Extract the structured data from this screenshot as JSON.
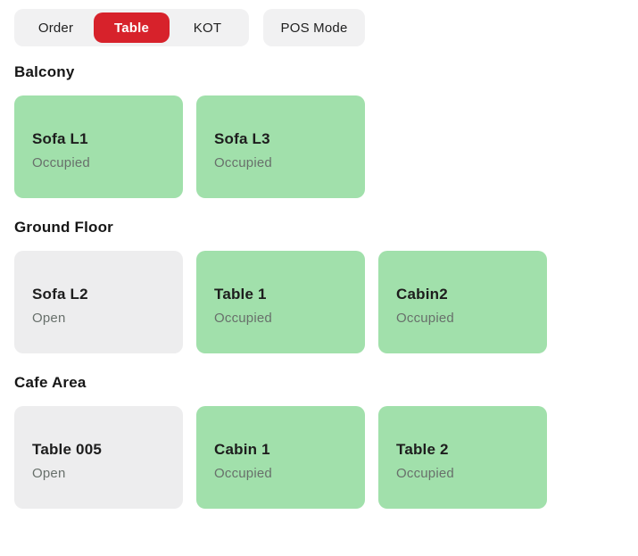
{
  "colors": {
    "accent_red": "#d7222b",
    "occupied_green": "#a1e0ab",
    "open_gray": "#ededee",
    "tab_bar_bg": "#f1f1f2"
  },
  "tabbar": {
    "tabs": [
      {
        "label": "Order"
      },
      {
        "label": "Table"
      },
      {
        "label": "KOT"
      }
    ],
    "active_tab": "Table",
    "pos_mode_label": "POS Mode"
  },
  "sections": [
    {
      "heading": "Balcony",
      "cards": [
        {
          "label": "Sofa L1",
          "status": "Occupied"
        },
        {
          "label": "Sofa L3",
          "status": "Occupied"
        }
      ]
    },
    {
      "heading": "Ground Floor",
      "cards": [
        {
          "label": "Sofa L2",
          "status": "Open"
        },
        {
          "label": "Table 1",
          "status": "Occupied"
        },
        {
          "label": "Cabin2",
          "status": "Occupied"
        }
      ]
    },
    {
      "heading": "Cafe Area",
      "cards": [
        {
          "label": "Table 005",
          "status": "Open"
        },
        {
          "label": "Cabin 1",
          "status": "Occupied"
        },
        {
          "label": "Table 2",
          "status": "Occupied"
        }
      ]
    }
  ]
}
